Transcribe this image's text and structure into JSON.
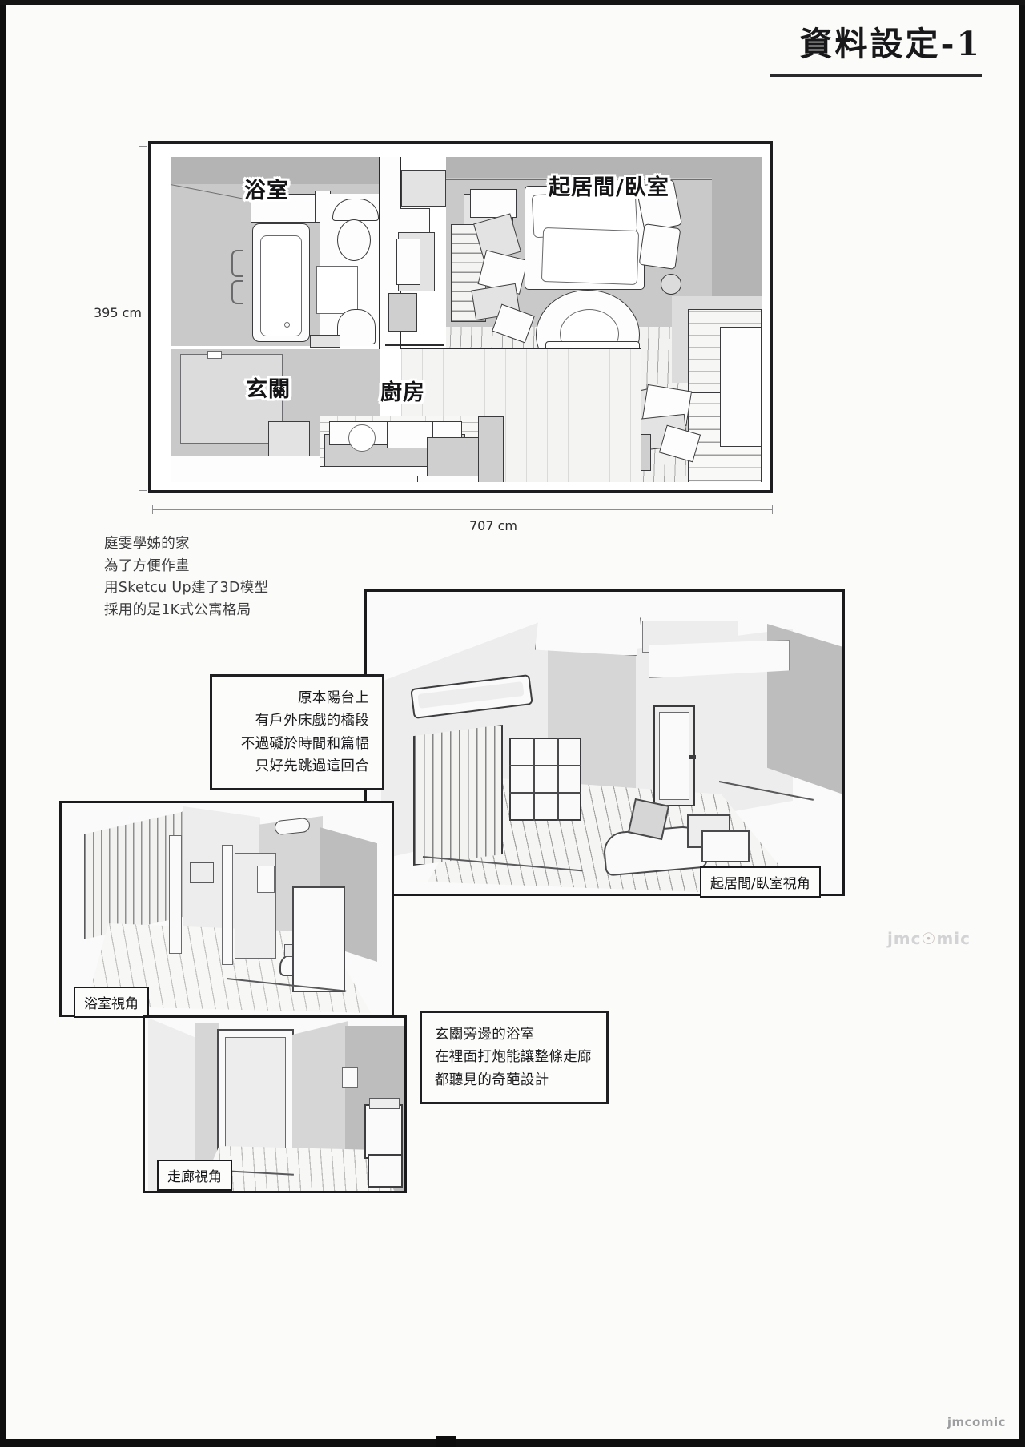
{
  "page": {
    "title": "資料設定-1"
  },
  "floorplan": {
    "rooms": [
      {
        "key": "bathroom",
        "label": "浴室"
      },
      {
        "key": "livingroom",
        "label": "起居間/臥室"
      },
      {
        "key": "entryway",
        "label": "玄關"
      },
      {
        "key": "kitchen",
        "label": "廚房"
      }
    ],
    "dimensions": {
      "height_label": "395 cm",
      "width_label": "707 cm"
    }
  },
  "notes": {
    "lines": [
      "庭雯學姊的家",
      "為了方便作畫",
      "用Sketcu Up建了3D模型",
      "採用的是1K式公寓格局"
    ]
  },
  "callouts": {
    "balcony": {
      "lines": [
        "原本陽台上",
        "有戶外床戲的橋段",
        "不過礙於時間和篇幅",
        "只好先跳過這回合"
      ]
    },
    "bathroom_design": {
      "lines": [
        "玄關旁邊的浴室",
        "在裡面打炮能讓整條走廊",
        "都聽見的奇葩設計"
      ]
    }
  },
  "views": [
    {
      "key": "livingroom-view",
      "label": "起居間/臥室視角"
    },
    {
      "key": "bathroom-view",
      "label": "浴室視角"
    },
    {
      "key": "corridor-view",
      "label": "走廊視角"
    }
  ],
  "watermark": {
    "text_left": "jmc",
    "text_dot": "☉",
    "text_right": "mic",
    "bottom": "jmcomic"
  }
}
